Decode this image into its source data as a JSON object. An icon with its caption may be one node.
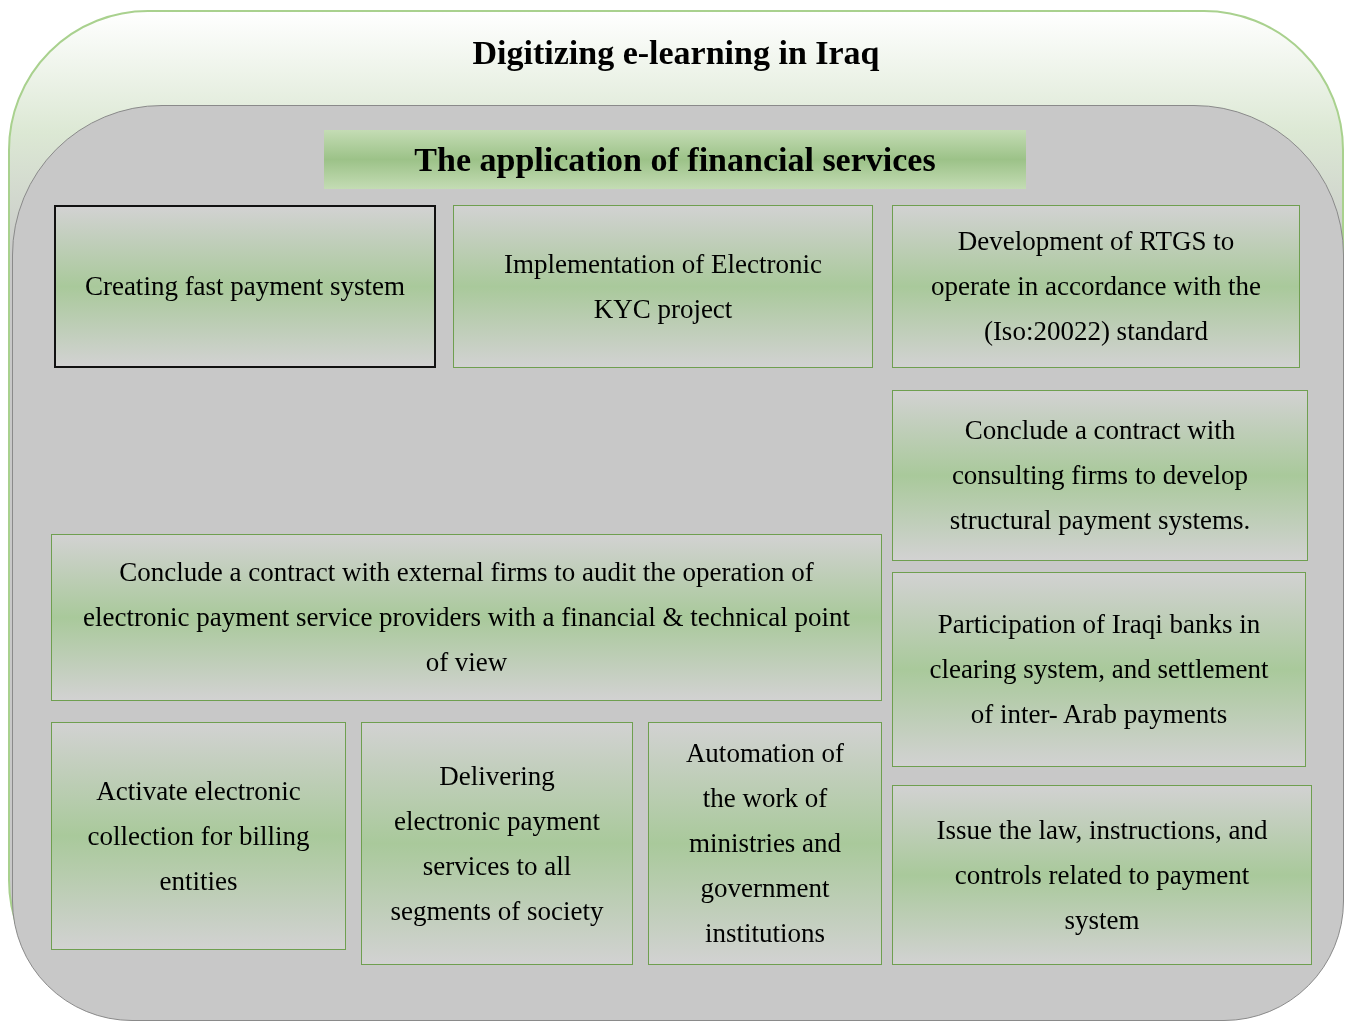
{
  "diagram": {
    "nodes": [
      {
        "text": [
          "Digitizing e-learning in Iraq"
        ]
      },
      {
        "text": [
          "The application of financial services"
        ],
        "in": 0
      },
      {
        "text": [
          "Creating fast payment system"
        ],
        "in": 1
      },
      {
        "text": [
          "Implementation of Electronic KYC project"
        ],
        "in": 1
      },
      {
        "text": [
          "Development of RTGS to operate in accordance with the (Iso:20022) standard"
        ],
        "in": 1
      },
      {
        "text": [
          "Conclude a contract with consulting firms to develop structural payment systems."
        ],
        "in": 1
      },
      {
        "text": [
          "Conclude a contract with external firms to audit the operation of electronic payment service providers with a financial & technical point of view"
        ],
        "in": 1
      },
      {
        "text": [
          "Participation of Iraqi banks in clearing system, and settlement of inter- Arab payments"
        ],
        "in": 1
      },
      {
        "text": [
          "Activate electronic collection for billing entities"
        ],
        "in": 1
      },
      {
        "text": [
          "Delivering electronic payment services to all segments of society"
        ],
        "in": 1
      },
      {
        "text": [
          "Automation of the work of ministries and government institutions"
        ],
        "in": 1
      },
      {
        "text": [
          "Issue the law, instructions, and controls related to payment system"
        ],
        "in": 1
      }
    ]
  }
}
